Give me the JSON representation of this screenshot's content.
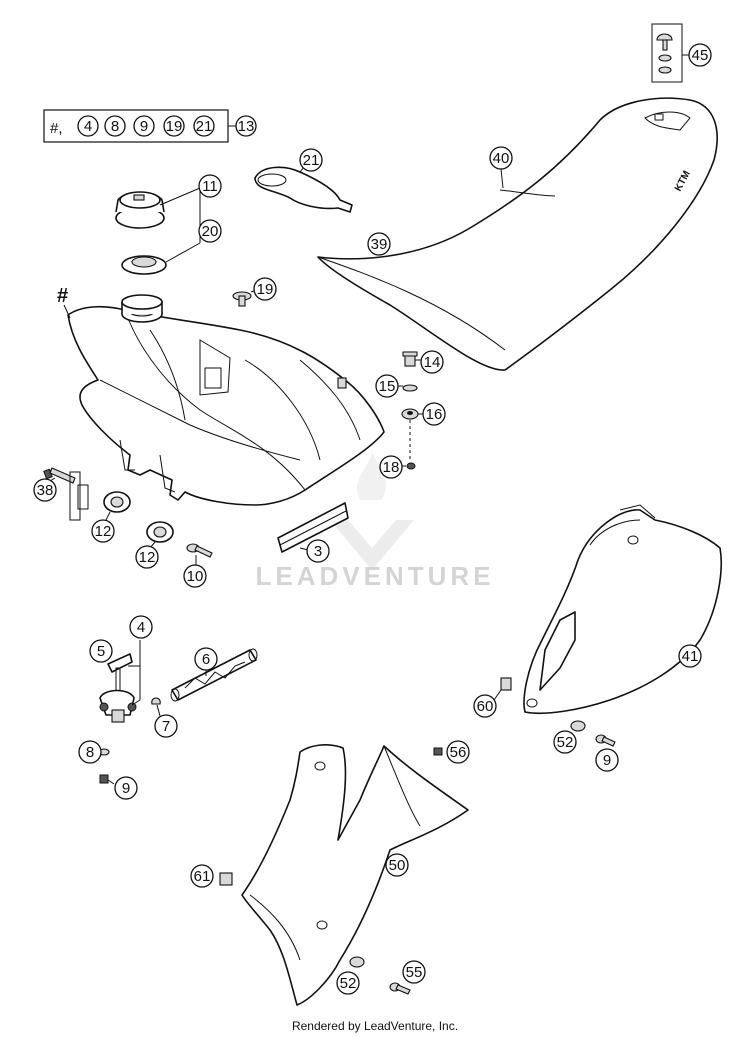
{
  "diagram": {
    "kit": {
      "prefix": "#,",
      "members": [
        "4",
        "8",
        "9",
        "19",
        "21"
      ],
      "result": "13"
    },
    "tank_marker": "#",
    "callouts": {
      "c45": "45",
      "c40": "40",
      "c39": "39",
      "c21": "21",
      "c11": "11",
      "c20": "20",
      "c19": "19",
      "c14": "14",
      "c15": "15",
      "c16": "16",
      "c18": "18",
      "c38": "38",
      "c12a": "12",
      "c12b": "12",
      "c3": "3",
      "c10": "10",
      "c5": "5",
      "c4": "4",
      "c6": "6",
      "c7": "7",
      "c8": "8",
      "c9a": "9",
      "c41": "41",
      "c60": "60",
      "c52a": "52",
      "c9b": "9",
      "c56": "56",
      "c50": "50",
      "c61": "61",
      "c52b": "52",
      "c55": "55"
    },
    "watermark": "LEADVENTURE",
    "footer": "Rendered by LeadVenture, Inc."
  }
}
